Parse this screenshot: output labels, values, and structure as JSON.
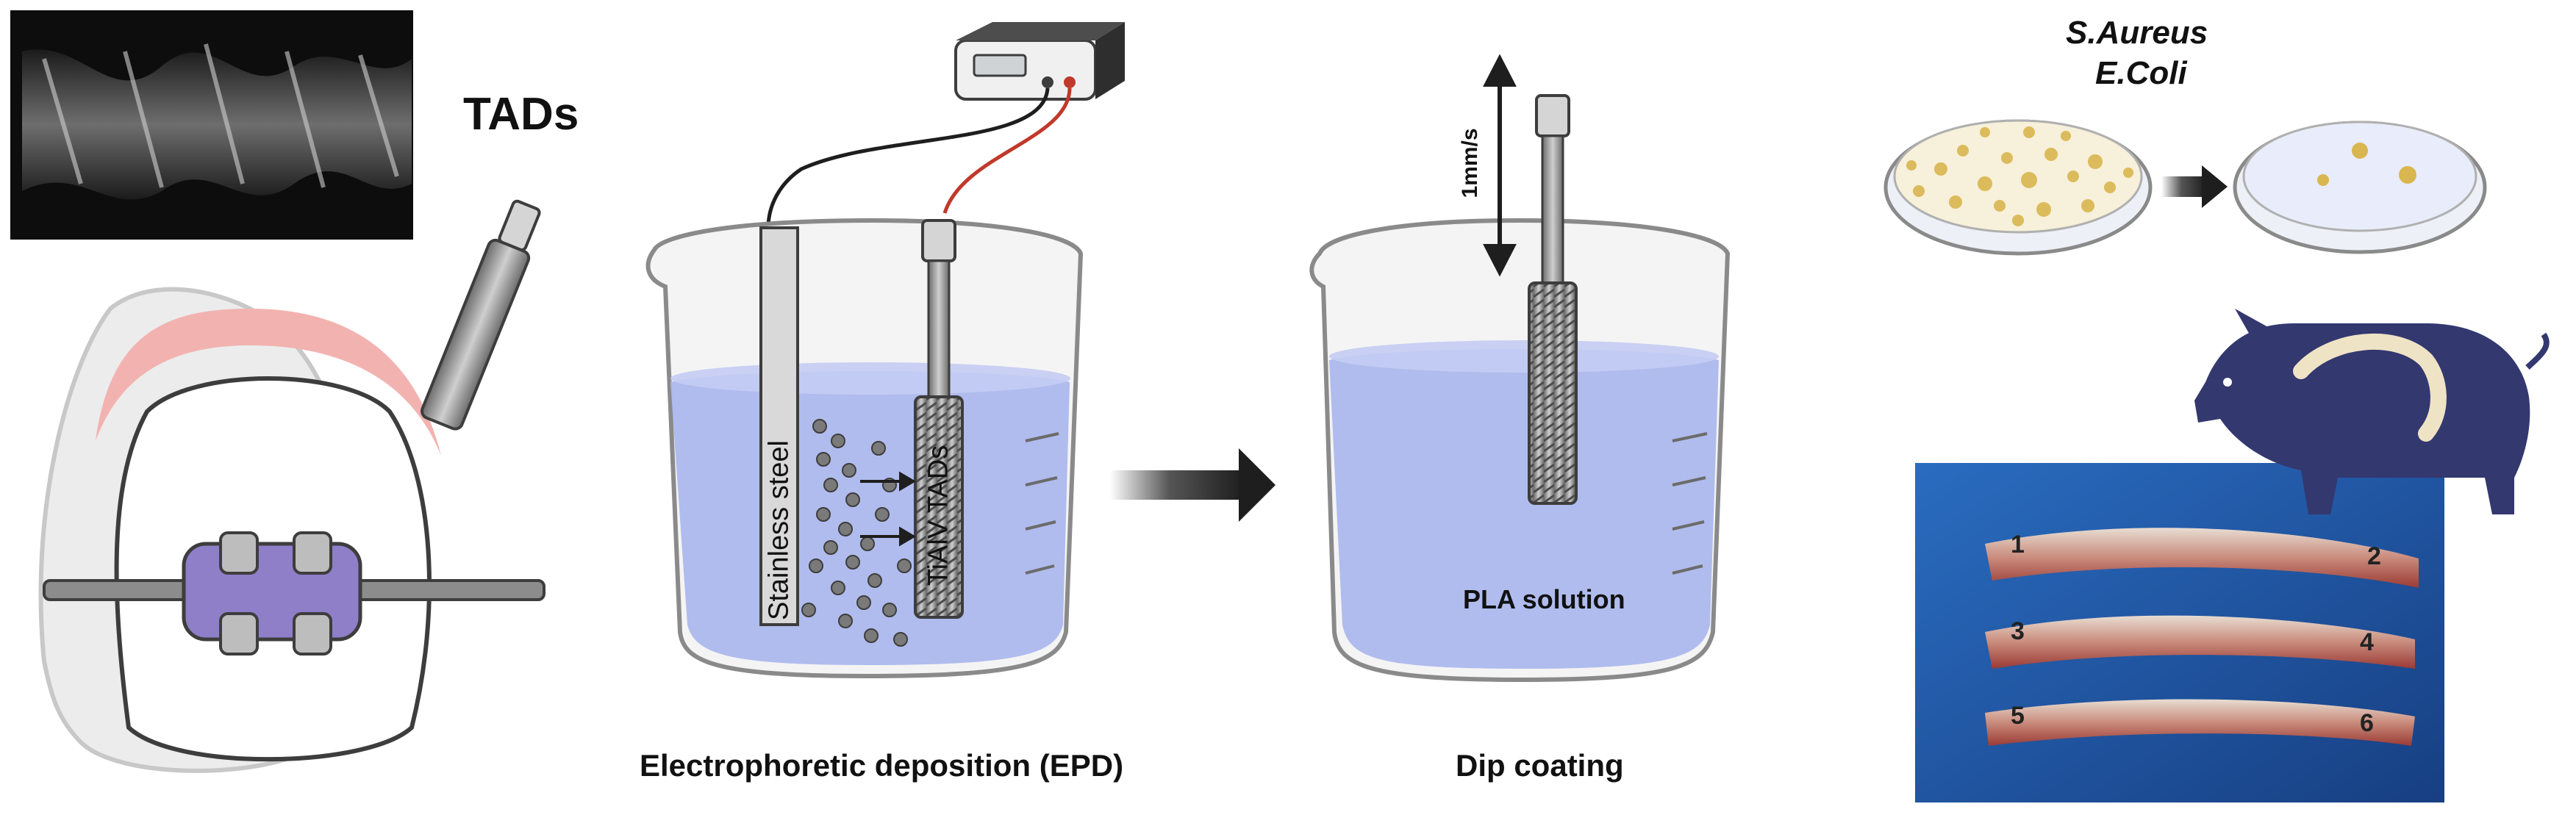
{
  "labels": {
    "tads": "TADs",
    "stainless": "Stainless steel",
    "tialv": "TiAlV TADs",
    "speed": "1mm/s",
    "pla": "PLA solution",
    "epd": "Electrophoretic deposition (EPD)",
    "dip": "Dip coating",
    "bacteria_1": "S.Aureus",
    "bacteria_2": "E.Coli",
    "rib_1": "1",
    "rib_2": "2",
    "rib_3": "3",
    "rib_4": "4",
    "rib_5": "5",
    "rib_6": "6"
  },
  "colors": {
    "liquid": "#a9b6ec",
    "gum": "#f2b3b0",
    "bracket": "#8f7fc9",
    "pig": "#33386f",
    "photo_bg": "#1f5aa8",
    "arrow": "#1e1e1e",
    "colony": "#d9b64f"
  }
}
